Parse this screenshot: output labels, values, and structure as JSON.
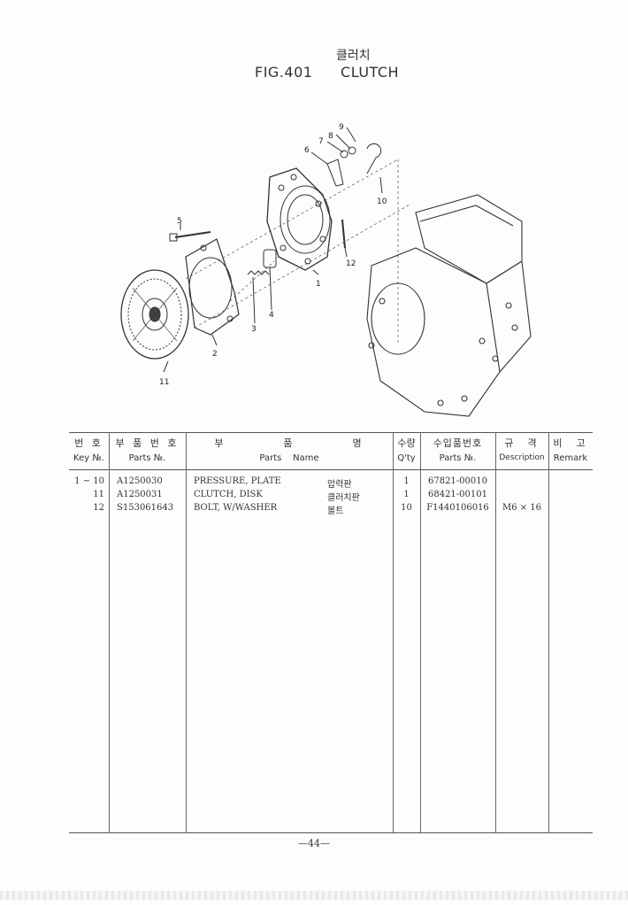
{
  "title": {
    "korean": "클러치",
    "figure": "FIG.401",
    "name": "CLUTCH"
  },
  "callouts": [
    "1",
    "2",
    "3",
    "4",
    "5",
    "6",
    "7",
    "8",
    "9",
    "10",
    "11",
    "12"
  ],
  "table": {
    "headers": [
      {
        "ko": "번 호",
        "en": "Key №."
      },
      {
        "ko": "부 품 번 호",
        "en": "Parts №."
      },
      {
        "ko": "부          품          명",
        "en": "Parts    Name"
      },
      {
        "ko": "수량",
        "en": "Q'ty"
      },
      {
        "ko": "수입품번호",
        "en": "Parts №."
      },
      {
        "ko": "규  격",
        "en": "Description"
      },
      {
        "ko": "비  고",
        "en": "Remark"
      }
    ],
    "rows": [
      {
        "key": "1 ~ 10",
        "part_no": "A1250030",
        "name_en": "PRESSURE, PLATE",
        "name_ko": "압력판",
        "qty": "1",
        "import_no": "67821-00010",
        "desc": ""
      },
      {
        "key": "11",
        "part_no": "A1250031",
        "name_en": "CLUTCH, DISK",
        "name_ko": "클러치판",
        "qty": "1",
        "import_no": "68421-00101",
        "desc": ""
      },
      {
        "key": "12",
        "part_no": "S153061643",
        "name_en": "BOLT, W/WASHER",
        "name_ko": "볼트",
        "qty": "10",
        "import_no": "F1440106016",
        "desc": "M6 × 16"
      }
    ]
  },
  "page_number": "—44—"
}
